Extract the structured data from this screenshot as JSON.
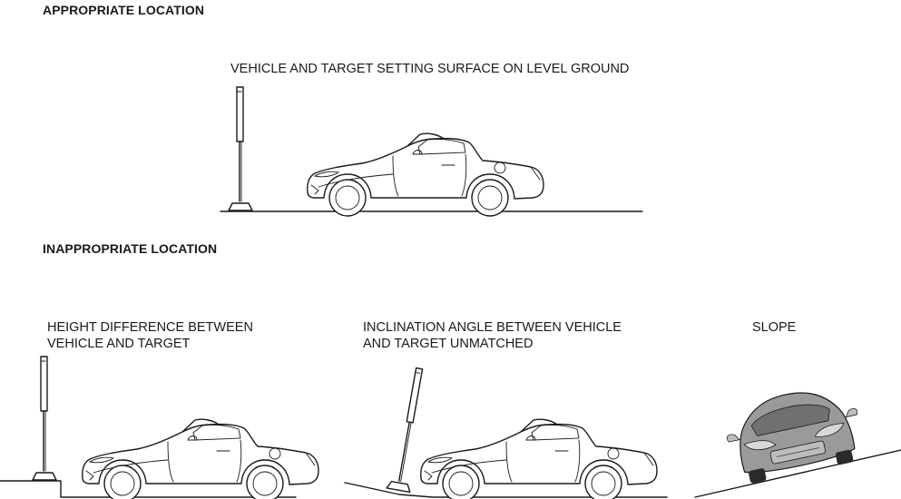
{
  "appropriate": {
    "heading": "APPROPRIATE LOCATION",
    "caption": "VEHICLE AND TARGET SETTING SURFACE ON LEVEL GROUND"
  },
  "inappropriate": {
    "heading": "INAPPROPRIATE LOCATION",
    "cases": [
      {
        "line1": "HEIGHT DIFFERENCE BETWEEN",
        "line2": "VEHICLE AND TARGET"
      },
      {
        "line1": "INCLINATION ANGLE BETWEEN VEHICLE",
        "line2": "AND TARGET UNMATCHED"
      },
      {
        "line1": "SLOPE",
        "line2": ""
      }
    ]
  },
  "icons": [
    "target-board-icon",
    "roadster-side-view-icon",
    "roadster-front-view-icon"
  ]
}
